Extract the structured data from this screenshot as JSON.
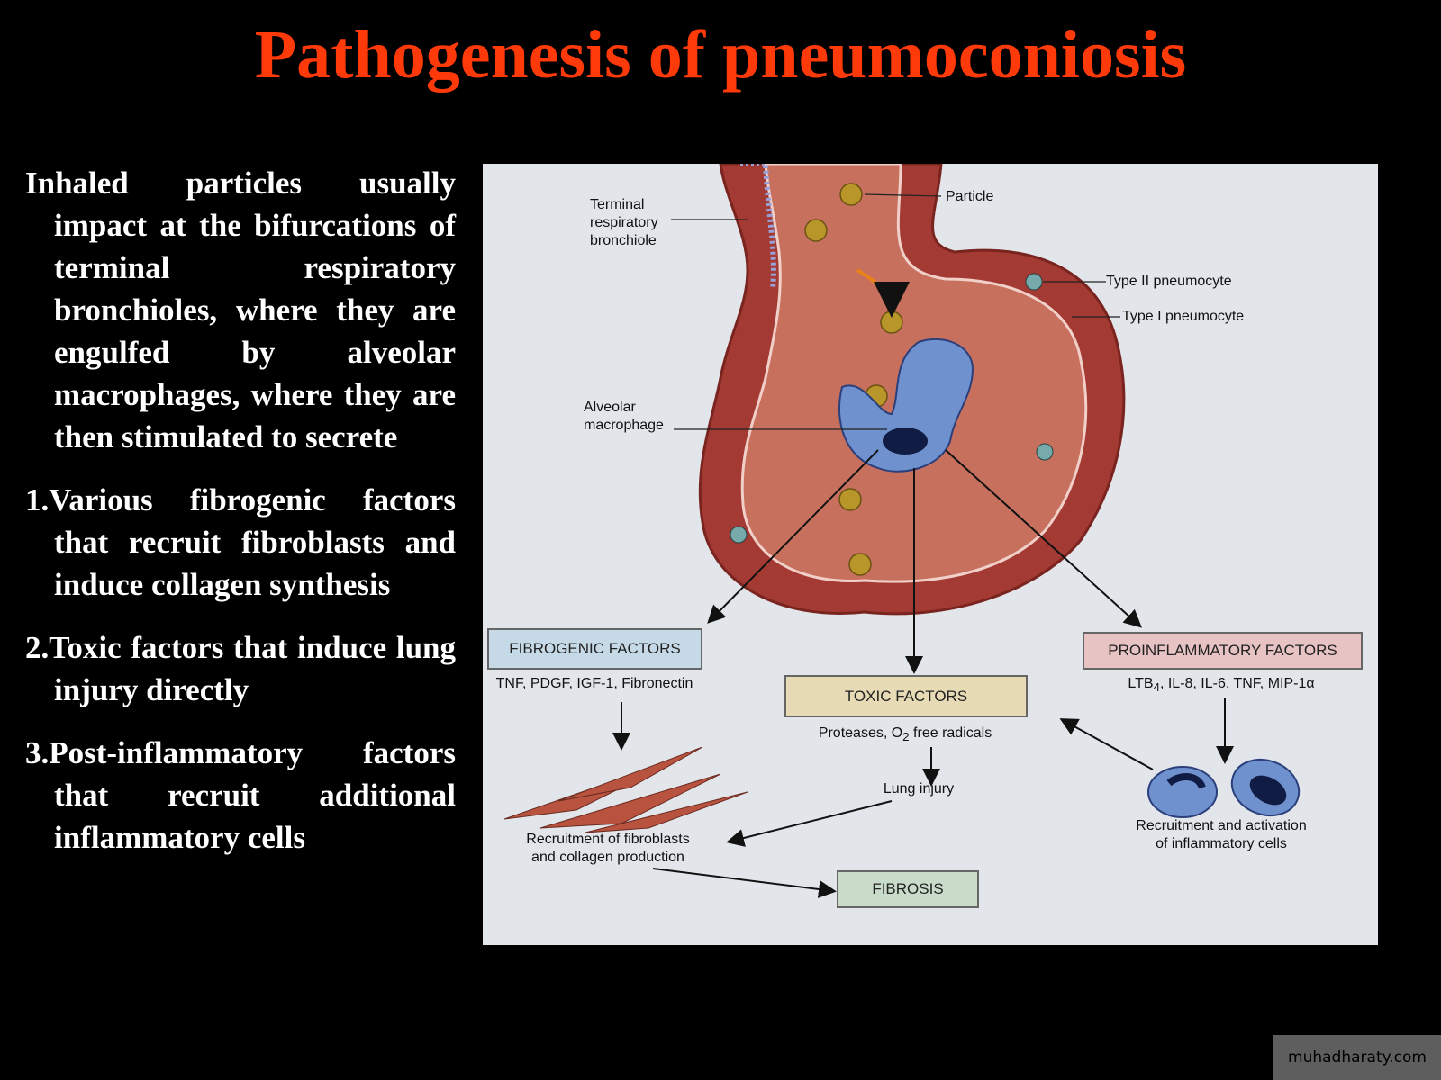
{
  "title": "Pathogenesis of pneumoconiosis",
  "intro": "Inhaled particles usually impact at the bifurcations of terminal respiratory bronchioles, where they are engulfed by alveolar macrophages, where they are then stimulated to secrete",
  "points": [
    "1.Various fibrogenic factors that recruit fibroblasts and induce collagen synthesis",
    "2.Toxic factors that induce lung injury directly",
    "3.Post-inflammatory factors that recruit additional inflammatory cells"
  ],
  "diagram": {
    "labels": {
      "bronchiole": [
        "Terminal",
        "respiratory",
        "bronchiole"
      ],
      "particle": "Particle",
      "type2": "Type II pneumocyte",
      "type1": "Type I pneumocyte",
      "macrophage": [
        "Alveolar",
        "macrophage"
      ]
    },
    "fibrogenic": {
      "title": "FIBROGENIC FACTORS",
      "mediators": "TNF, PDGF, IGF-1, Fibronectin"
    },
    "toxic": {
      "title": "TOXIC FACTORS",
      "mediators_pre": "Proteases, O",
      "mediators_sub": "2",
      "mediators_post": " free radicals",
      "result": "Lung injury"
    },
    "proinflammatory": {
      "title": "PROINFLAMMATORY FACTORS",
      "mediators_pre": "LTB",
      "mediators_sub": "4",
      "mediators_post": ", IL-8, IL-6, TNF, MIP-1α",
      "result": [
        "Recruitment and activation",
        "of inflammatory cells"
      ]
    },
    "fibroblasts": [
      "Recruitment of fibroblasts",
      "and collagen production"
    ],
    "fibrosis": "FIBROSIS"
  },
  "watermark": "muhadharaty.com",
  "colors": {
    "title": "#ff3a0a",
    "fibrogenic": "#c6d9e7",
    "toxic": "#e7dbb6",
    "proinflammatory": "#e8c3c3",
    "fibrosis": "#c9dcc9"
  }
}
